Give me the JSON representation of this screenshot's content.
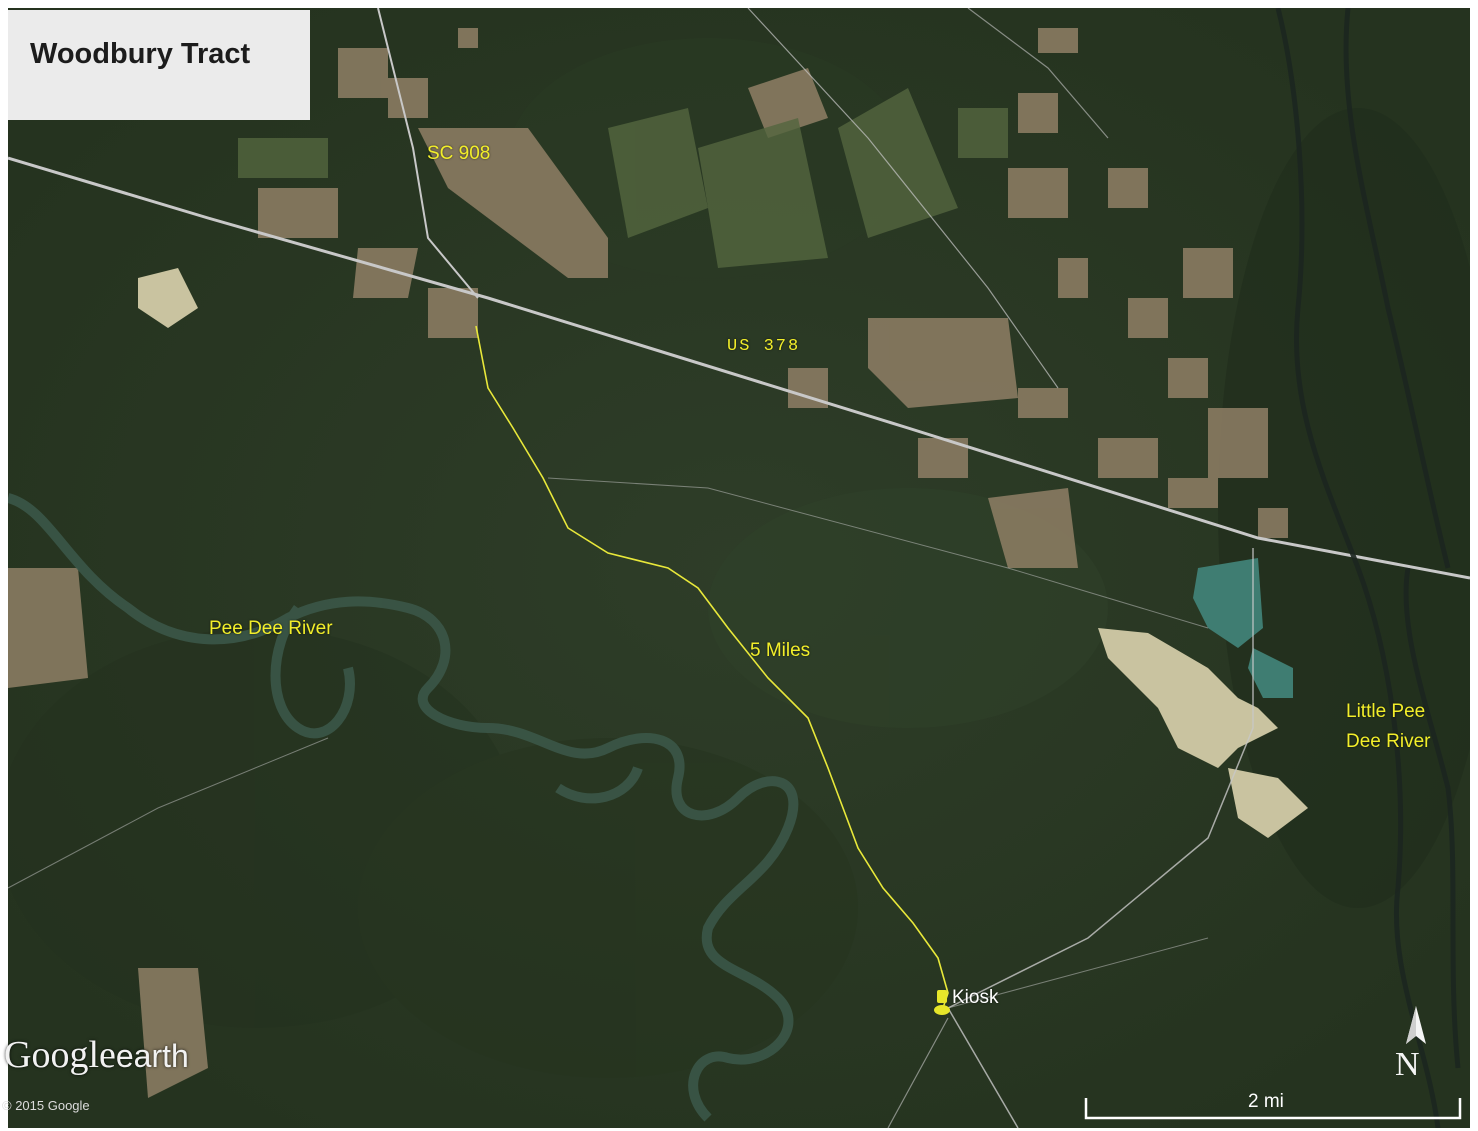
{
  "title": "Woodbury Tract",
  "labels": {
    "sc908": "SC 908",
    "us378": "US 378",
    "pee_dee": "Pee Dee River",
    "five_miles": "5 Miles",
    "little_pee_1": "Little Pee",
    "little_pee_2": "Dee River",
    "kiosk": "Kiosk"
  },
  "branding": {
    "logo_google": "Google",
    "logo_earth": "earth",
    "copyright": "© 2015 Google"
  },
  "scale_bar": {
    "label": "2 mi"
  },
  "compass": {
    "label": "N"
  },
  "colors": {
    "label_yellow": "#f2ee2a",
    "route_yellow": "#e8e83a",
    "forest": "#2f3f29",
    "field": "#8f7f66"
  }
}
